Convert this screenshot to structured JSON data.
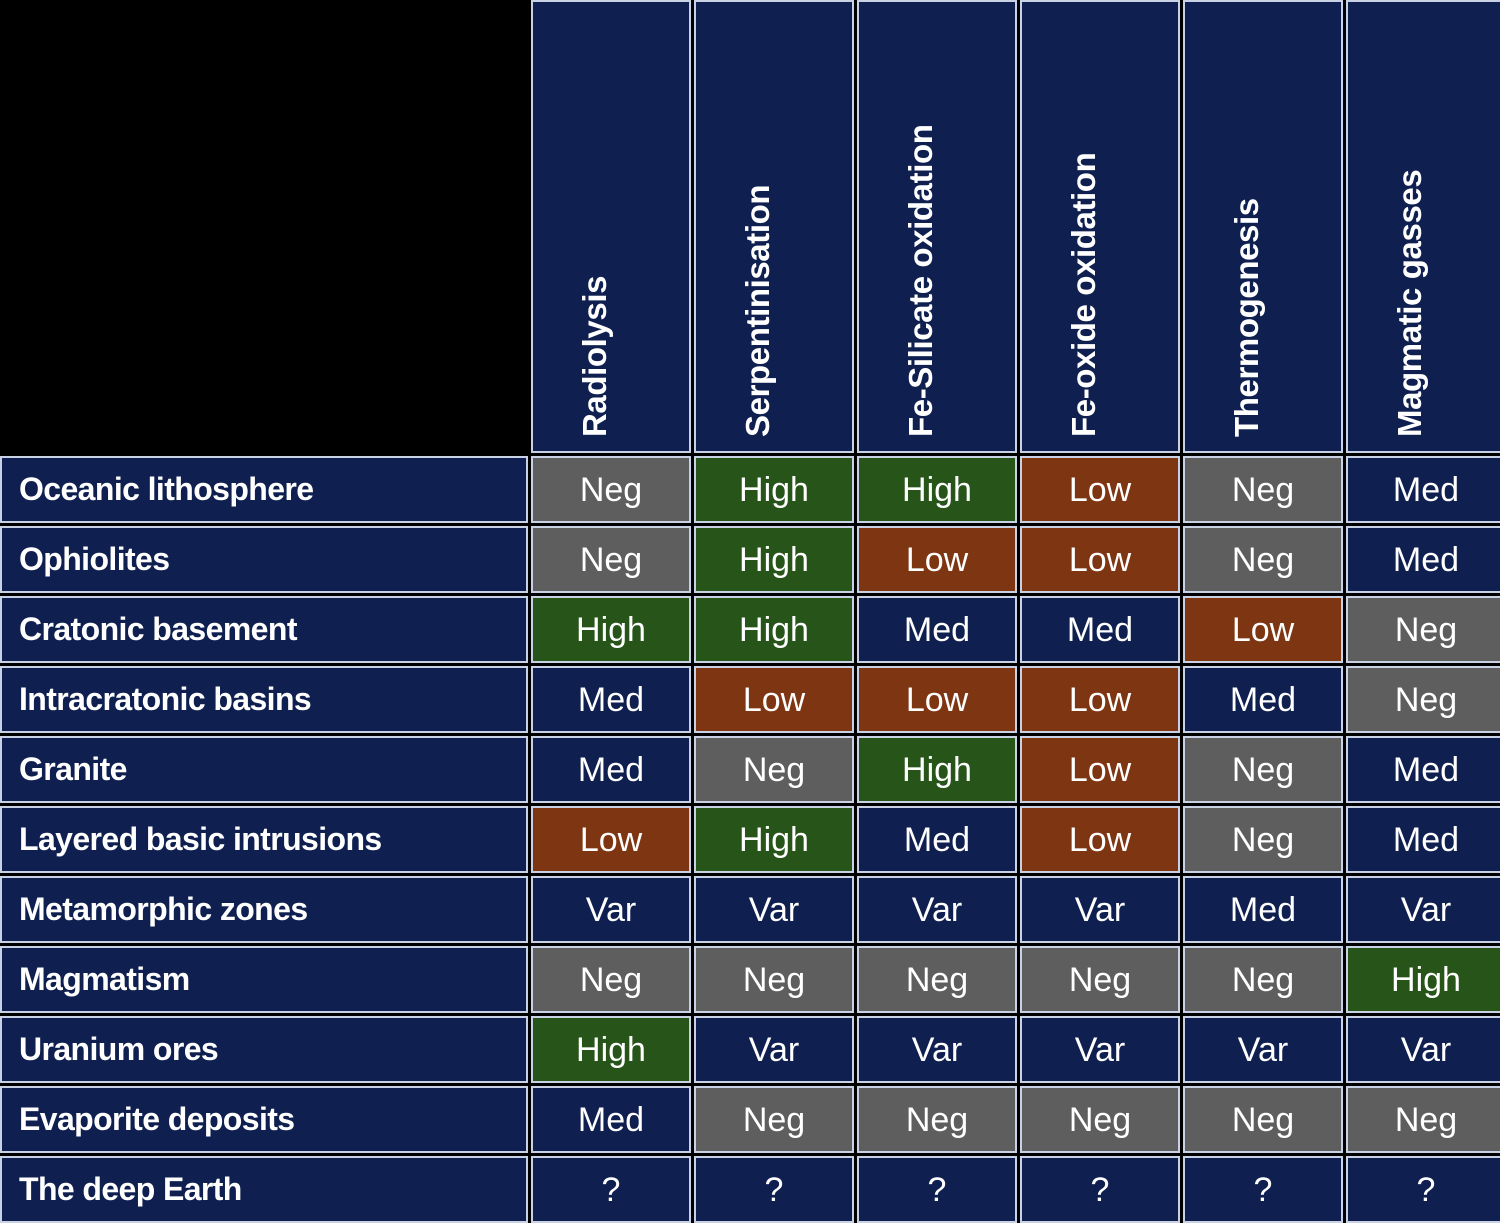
{
  "table": {
    "corner_label": "",
    "columns": [
      "Radiolysis",
      "Serpentinisation",
      "Fe-Silicate oxidation",
      "Fe-oxide oxidation",
      "Thermogenesis",
      "Magmatic gasses"
    ],
    "rows": [
      "Oceanic lithosphere",
      "Ophiolites",
      "Cratonic basement",
      "Intracratonic basins",
      "Granite",
      "Layered basic intrusions",
      "Metamorphic zones",
      "Magmatism",
      "Uranium ores",
      "Evaporite deposits",
      "The deep Earth"
    ],
    "values": [
      [
        "Neg",
        "High",
        "High",
        "Low",
        "Neg",
        "Med"
      ],
      [
        "Neg",
        "High",
        "Low",
        "Low",
        "Neg",
        "Med"
      ],
      [
        "High",
        "High",
        "Med",
        "Med",
        "Low",
        "Neg"
      ],
      [
        "Med",
        "Low",
        "Low",
        "Low",
        "Med",
        "Neg"
      ],
      [
        "Med",
        "Neg",
        "High",
        "Low",
        "Neg",
        "Med"
      ],
      [
        "Low",
        "High",
        "Med",
        "Low",
        "Neg",
        "Med"
      ],
      [
        "Var",
        "Var",
        "Var",
        "Var",
        "Med",
        "Var"
      ],
      [
        "Neg",
        "Neg",
        "Neg",
        "Neg",
        "Neg",
        "High"
      ],
      [
        "High",
        "Var",
        "Var",
        "Var",
        "Var",
        "Var"
      ],
      [
        "Med",
        "Neg",
        "Neg",
        "Neg",
        "Neg",
        "Neg"
      ],
      [
        "?",
        "?",
        "?",
        "?",
        "?",
        "?"
      ]
    ]
  },
  "colors": {
    "high": "#275419",
    "med": "#0F2050",
    "low": "#7E3512",
    "neg": "#5E5E5E",
    "var": "#0F2050",
    "unknown": "#0F2050",
    "border": "#c9d2e4",
    "background": "#000000",
    "text": "#ffffff"
  },
  "chart_data": {
    "type": "heatmap",
    "title": "",
    "xlabel": "",
    "ylabel": "",
    "categories": [
      "Radiolysis",
      "Serpentinisation",
      "Fe-Silicate oxidation",
      "Fe-oxide oxidation",
      "Thermogenesis",
      "Magmatic gasses"
    ],
    "rows": [
      "Oceanic lithosphere",
      "Ophiolites",
      "Cratonic basement",
      "Intracratonic basins",
      "Granite",
      "Layered basic intrusions",
      "Metamorphic zones",
      "Magmatism",
      "Uranium ores",
      "Evaporite deposits",
      "The deep Earth"
    ],
    "values": [
      [
        "Neg",
        "High",
        "High",
        "Low",
        "Neg",
        "Med"
      ],
      [
        "Neg",
        "High",
        "Low",
        "Low",
        "Neg",
        "Med"
      ],
      [
        "High",
        "High",
        "Med",
        "Med",
        "Low",
        "Neg"
      ],
      [
        "Med",
        "Low",
        "Low",
        "Low",
        "Med",
        "Neg"
      ],
      [
        "Med",
        "Neg",
        "High",
        "Low",
        "Neg",
        "Med"
      ],
      [
        "Low",
        "High",
        "Med",
        "Low",
        "Neg",
        "Med"
      ],
      [
        "Var",
        "Var",
        "Var",
        "Var",
        "Med",
        "Var"
      ],
      [
        "Neg",
        "Neg",
        "Neg",
        "Neg",
        "Neg",
        "High"
      ],
      [
        "High",
        "Var",
        "Var",
        "Var",
        "Var",
        "Var"
      ],
      [
        "Med",
        "Neg",
        "Neg",
        "Neg",
        "Neg",
        "Neg"
      ],
      [
        "?",
        "?",
        "?",
        "?",
        "?",
        "?"
      ]
    ],
    "legend": [
      "High",
      "Med",
      "Low",
      "Neg",
      "Var",
      "?"
    ],
    "legend_position": "none",
    "grid": true
  }
}
